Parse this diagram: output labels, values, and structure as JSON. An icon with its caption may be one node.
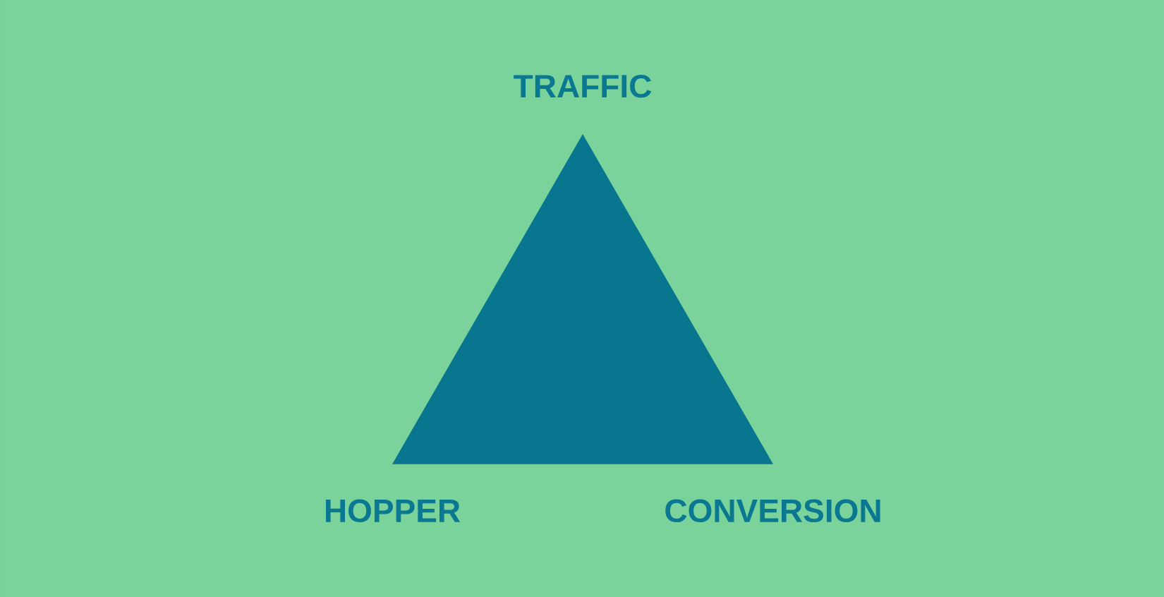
{
  "diagram": {
    "nodes": [
      {
        "text": [],
        "shape": "triangle"
      }
    ],
    "labels": [
      "TRAFFIC",
      "HOPPER",
      "CONVERSION"
    ]
  }
}
